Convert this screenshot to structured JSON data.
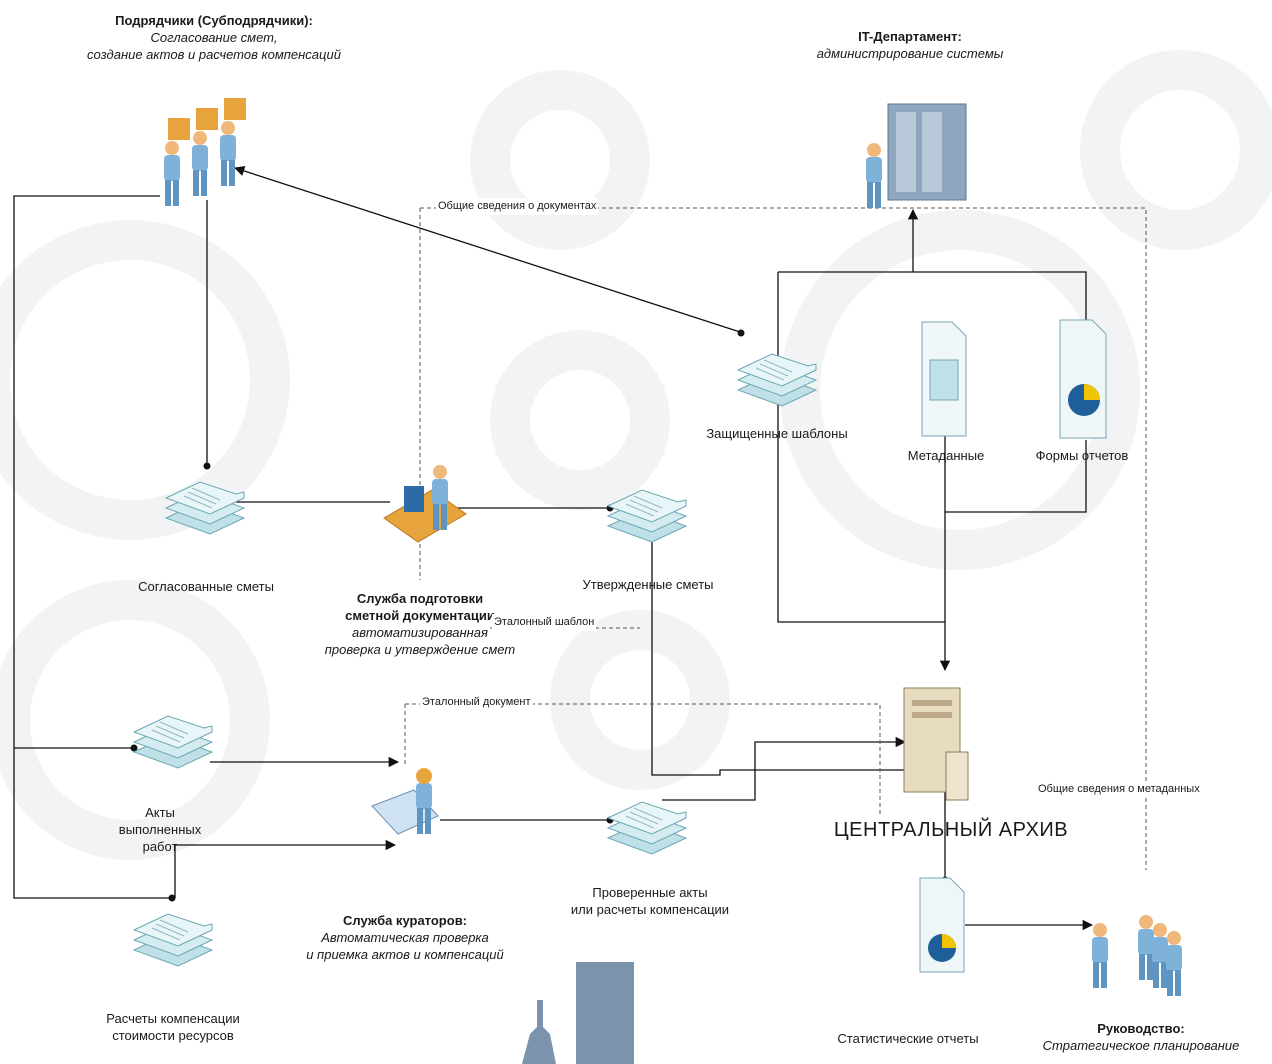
{
  "roles": {
    "contractors": {
      "title": "Подрядчики (Субподрядчики):",
      "line1": "Согласование смет,",
      "line2": "создание актов и расчетов компенсаций"
    },
    "it": {
      "title": "IT-Департамент:",
      "line1": "администрирование системы"
    },
    "estimating": {
      "title1": "Служба подготовки",
      "title2": "сметной документации",
      "line1": "автоматизированная",
      "line2": "проверка и утверждение смет"
    },
    "curators": {
      "title": "Служба кураторов:",
      "line1": "Автоматическая проверка",
      "line2": "и приемка актов и компенсаций"
    },
    "management": {
      "title": "Руководство:",
      "line1": "Стратегическое планирование"
    }
  },
  "documents": {
    "agreed_estimates": "Согласованные сметы",
    "approved_estimates": "Утвержденные сметы",
    "protected_templates": "Защищенные шаблоны",
    "metadata": "Метаданные",
    "report_forms": "Формы отчетов",
    "acts_line1": "Акты",
    "acts_line2": "выполненных",
    "acts_line3": "работ",
    "compensation_line1": "Расчеты компенсации",
    "compensation_line2": "стоимости ресурсов",
    "verified_line1": "Проверенные акты",
    "verified_line2": "или расчеты компенсации",
    "stat_reports": "Статистические отчеты"
  },
  "archive": "ЦЕНТРАЛЬНЫЙ АРХИВ",
  "flows": {
    "general_docs": "Общие сведения о документах",
    "reference_template": "Эталонный шаблон",
    "reference_document": "Эталонный документ",
    "general_metadata": "Общие сведения о метаданных"
  },
  "colors": {
    "doc_fill": "#bfe0e6",
    "doc_edge": "#6aa7b3",
    "person": "#7fb2d9",
    "server": "#7f9bb6",
    "archive": "#e8dcc0",
    "decor": "#7b93ad"
  }
}
